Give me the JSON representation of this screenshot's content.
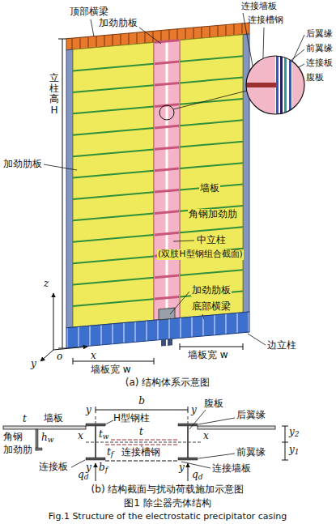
{
  "diagram": {
    "caption": "图1 除尘器壳体结构",
    "labels": [
      "顶部横梁",
      "加劲肋板",
      "连接墙板",
      "连接槽钢",
      "后翼缘",
      "前翼缘",
      "连接板",
      "腹板",
      "立柱高 H",
      "加劲肋板",
      "墙板",
      "角钢加劲肋",
      "中立柱",
      "(双肢H型钢组合截面)",
      "z",
      "加劲肋板",
      "底部横梁",
      "o",
      "x",
      "y",
      "墙板宽 w",
      "墙板宽 w",
      "边立柱",
      "(a) 结构体系示意图",
      "b",
      "t",
      "墙板",
      "y",
      "y",
      "腹板",
      "H型钢柱",
      "后翼缘",
      "y2",
      "角钢",
      "加劲肋",
      "hw",
      "x",
      "tw",
      "tf",
      "前翼缘",
      "y1",
      "t",
      "x",
      "连接板",
      "bf",
      "连接槽钢",
      "y",
      "y",
      "qd",
      "qd",
      "连接墙板",
      "(b) 结构截面与扰动荷载施加示意图",
      "Fig.1 Structure of the electrostatic precipitator casing"
    ]
  }
}
